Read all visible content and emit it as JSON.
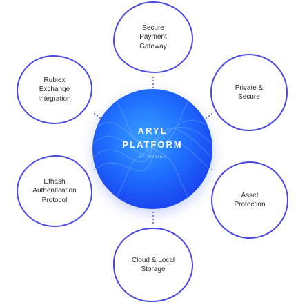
{
  "center": {
    "title_line1": "ARYL",
    "title_line2": "PLATFORM",
    "subtitle": "BY RUBIEX"
  },
  "nodes": {
    "payment": "Secure\nPayment\nGateway",
    "rubiex": "Rubiex\nExchange\nIntegration",
    "private": "Private &\nSecure",
    "ethash": "Ethash\nAuthentication\nProtocol",
    "asset": "Asset\nProtection",
    "storage": "Cloud & Local\nStorage"
  },
  "colors": {
    "bubble_border": "#4a47e0",
    "hub_blue": "#1f6fff",
    "connector": "#2b2b9f",
    "text": "#2b2b2b"
  }
}
